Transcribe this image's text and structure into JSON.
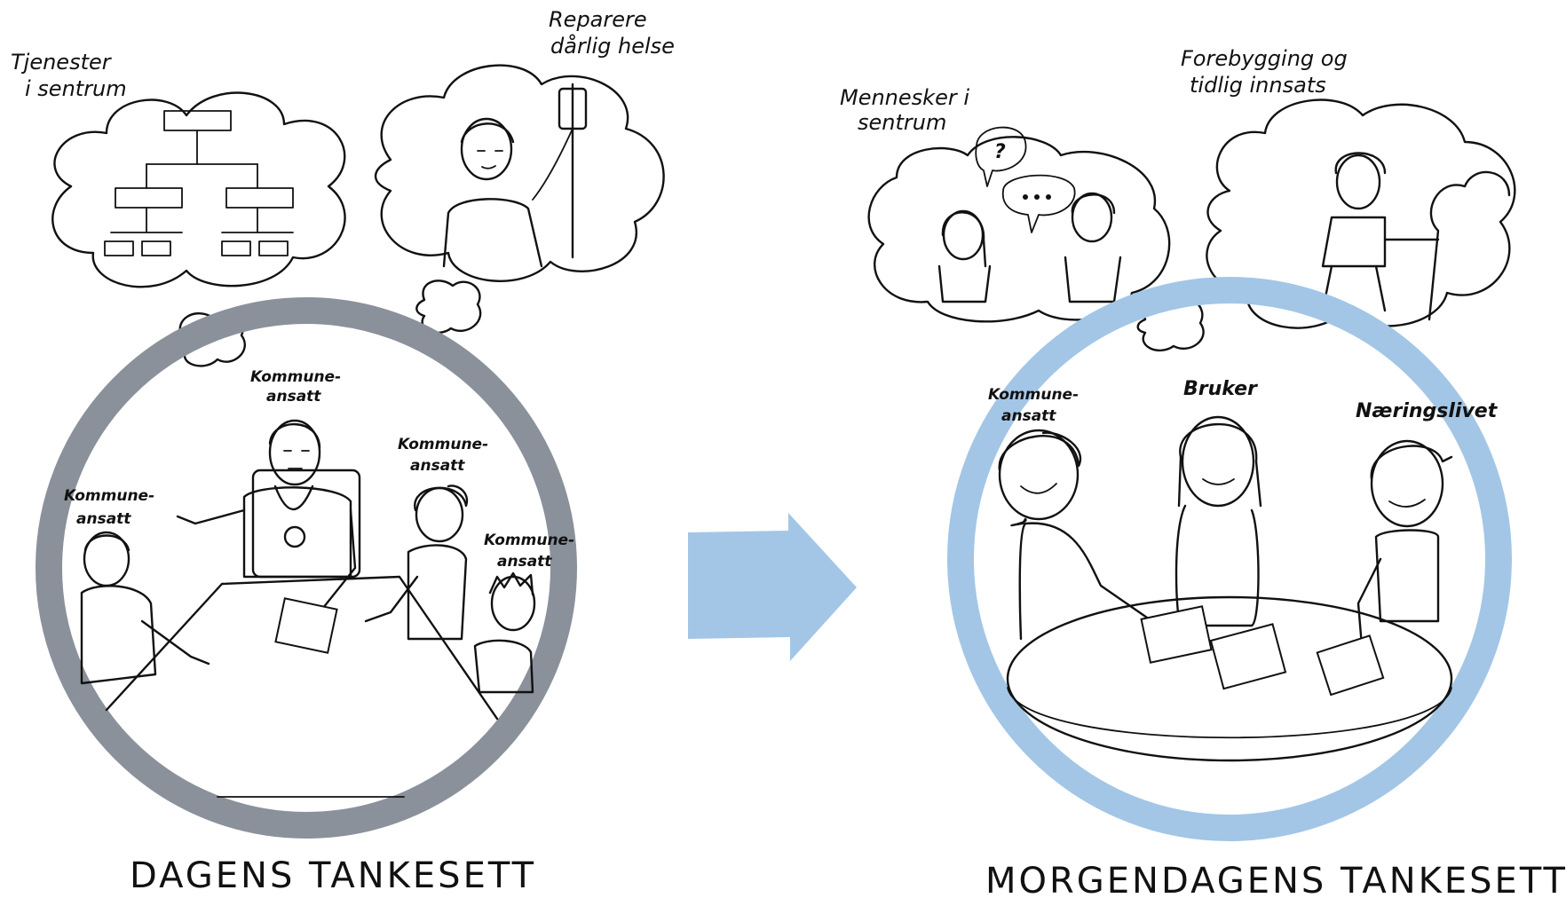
{
  "colors": {
    "today_ring": "#8a919a",
    "tomorrow_ring": "#a3c6e6",
    "arrow": "#a3c6e6",
    "ink": "#111111"
  },
  "today": {
    "thought_services_label": [
      "Tjenester",
      "i sentrum"
    ],
    "thought_repair_label": [
      "Reparere",
      "dårlig helse"
    ],
    "person_labels": [
      [
        "Kommune-",
        "ansatt"
      ],
      [
        "Kommune-",
        "ansatt"
      ],
      [
        "Kommune-",
        "ansatt"
      ],
      [
        "Kommune-",
        "ansatt"
      ]
    ],
    "caption": "DAGENS TANKESETT"
  },
  "tomorrow": {
    "thought_people_label": [
      "Mennesker i",
      "sentrum"
    ],
    "thought_prevention_label": [
      "Forebygging og",
      "tidlig innsats"
    ],
    "question_mark": "?",
    "person_labels": [
      [
        "Kommune-",
        "ansatt"
      ],
      [
        "Bruker"
      ],
      [
        "Næringslivet"
      ]
    ],
    "caption": "MORGENDAGENS TANKESETT"
  },
  "arrow_icon": "right-arrow-icon"
}
